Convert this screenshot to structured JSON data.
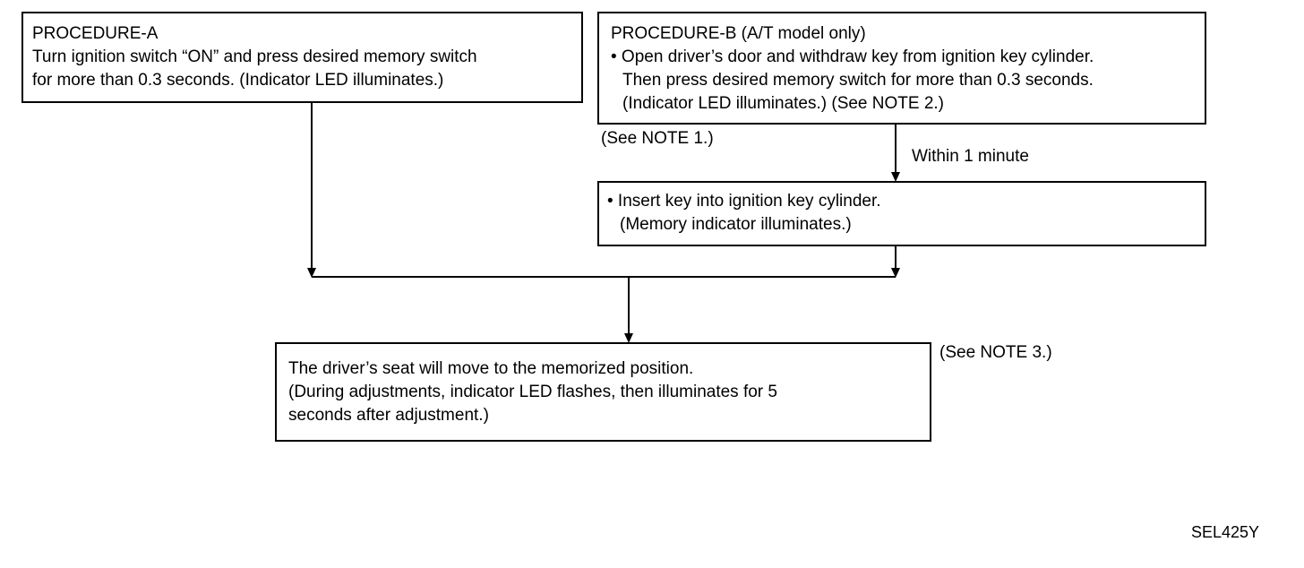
{
  "procedure_a": {
    "title": "PROCEDURE-A",
    "lines": [
      "Turn ignition switch “ON” and press desired memory switch",
      "for more than 0.3 seconds. (Indicator LED illuminates.)"
    ]
  },
  "procedure_b": {
    "title": "PROCEDURE-B (A/T model only)",
    "lines": [
      "• Open driver’s door and withdraw key from ignition key cylinder.",
      "Then press desired memory switch for more than 0.3 seconds.",
      "(Indicator LED illuminates.) (See NOTE 2.)"
    ]
  },
  "note_1": "(See NOTE 1.)",
  "within_label": "Within 1 minute",
  "insert_key": {
    "lines": [
      "• Insert key into ignition key cylinder.",
      "(Memory indicator illuminates.)"
    ]
  },
  "result": {
    "lines": [
      "The driver’s seat will move to the memorized position.",
      "(During adjustments, indicator LED flashes, then illuminates for 5",
      "seconds after adjustment.)"
    ]
  },
  "note_3": "(See NOTE 3.)",
  "figure_code": "SEL425Y"
}
